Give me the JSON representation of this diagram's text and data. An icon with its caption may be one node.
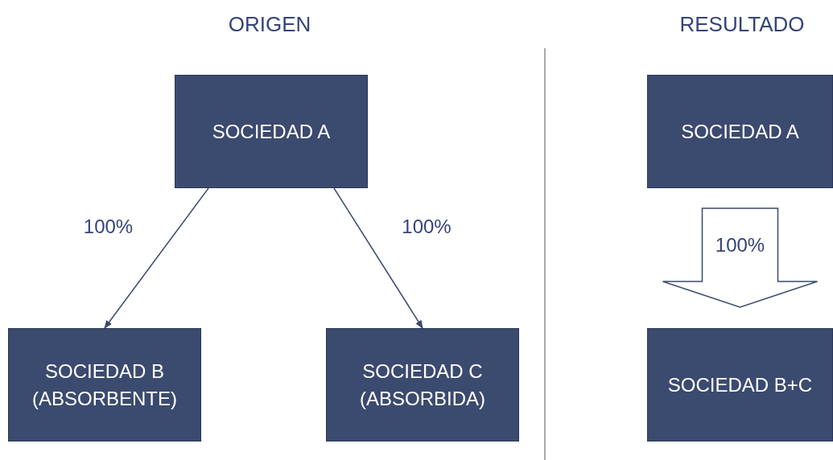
{
  "diagram": {
    "nodes": [
      {
        "text": [
          "SOCIEDAD A"
        ]
      },
      {
        "text": [
          "SOCIEDAD B (ABSORBENTE)"
        ]
      },
      {
        "text": [
          "SOCIEDAD C (ABSORBIDA)"
        ]
      },
      {
        "text": [
          "SOCIEDAD A"
        ]
      },
      {
        "text": [
          "SOCIEDAD B+C"
        ]
      }
    ],
    "edges": [
      {
        "from": 0,
        "to": 1,
        "arrow": "to",
        "label": "100%"
      },
      {
        "from": 0,
        "to": 2,
        "arrow": "to",
        "label": "100%"
      },
      {
        "from": 3,
        "to": 4,
        "arrow": "to",
        "label": "100%",
        "style": "thick"
      }
    ],
    "labels": [
      "ORIGEN",
      "RESULTADO"
    ]
  }
}
